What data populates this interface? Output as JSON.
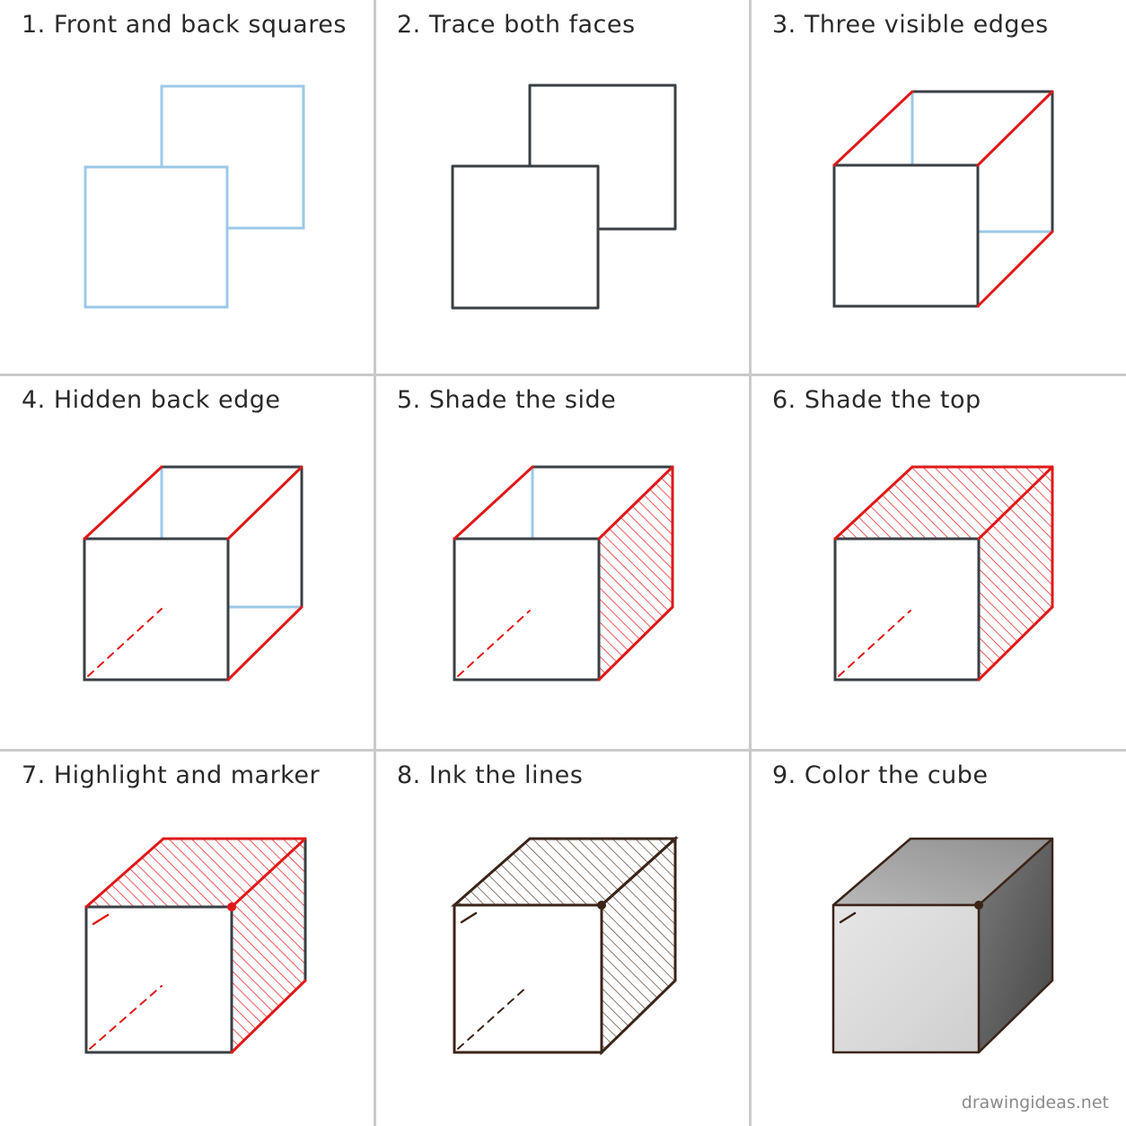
{
  "steps": [
    {
      "number": "1.",
      "title": "Front and back squares"
    },
    {
      "number": "2.",
      "title": "Trace both faces"
    },
    {
      "number": "3.",
      "title": "Three visible edges"
    },
    {
      "number": "4.",
      "title": "Hidden back edge"
    },
    {
      "number": "5.",
      "title": "Shade the side"
    },
    {
      "number": "6.",
      "title": "Shade the top"
    },
    {
      "number": "7.",
      "title": "Highlight and marker"
    },
    {
      "number": "8.",
      "title": "Ink the lines"
    },
    {
      "number": "9.",
      "title": "Color the cube"
    }
  ],
  "credit": "drawingideas.net",
  "colors": {
    "sketch_blue": "#9cc8e8",
    "pencil_gray": "#3a3f44",
    "accent_red": "#e01818",
    "ink_brown": "#3b2418",
    "cube_light": "#dcdcdc",
    "cube_mid": "#a9a9a9",
    "cube_dark": "#5c5c5c"
  }
}
